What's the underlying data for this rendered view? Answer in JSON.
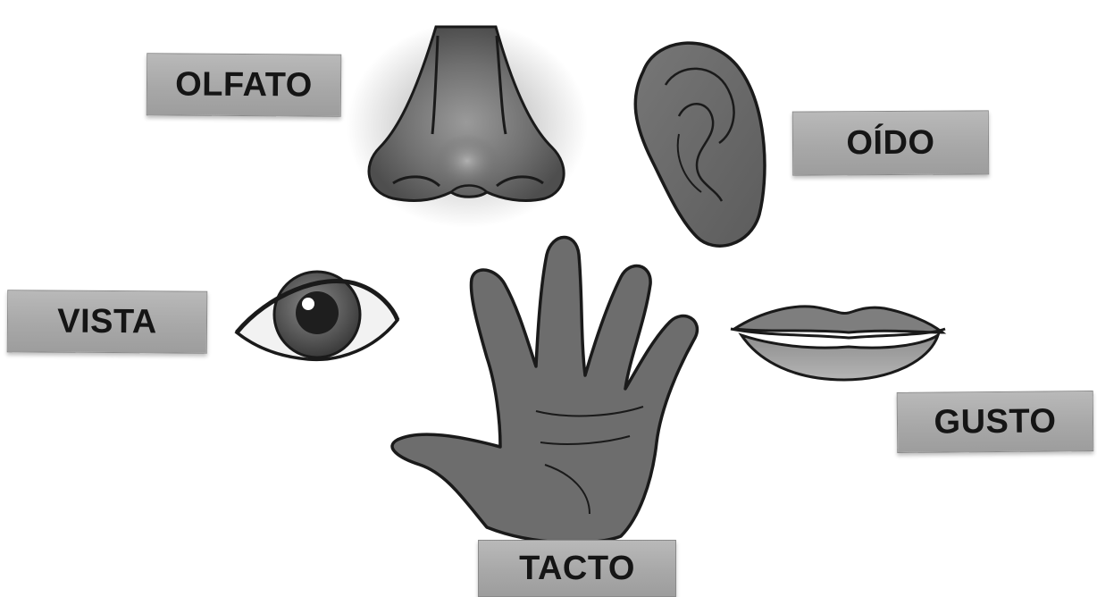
{
  "labels": {
    "smell": "OLFATO",
    "hearing": "OÍDO",
    "sight": "VISTA",
    "taste": "GUSTO",
    "touch": "TACTO"
  },
  "icons": {
    "smell": "nose-icon",
    "hearing": "ear-icon",
    "sight": "eye-icon",
    "taste": "lips-icon",
    "touch": "hand-icon"
  },
  "colors": {
    "background": "#ffffff",
    "label_fill": "#ababab",
    "label_text": "#151515",
    "organ_fill": "#6f6f6f",
    "outline": "#1a1a1a"
  }
}
